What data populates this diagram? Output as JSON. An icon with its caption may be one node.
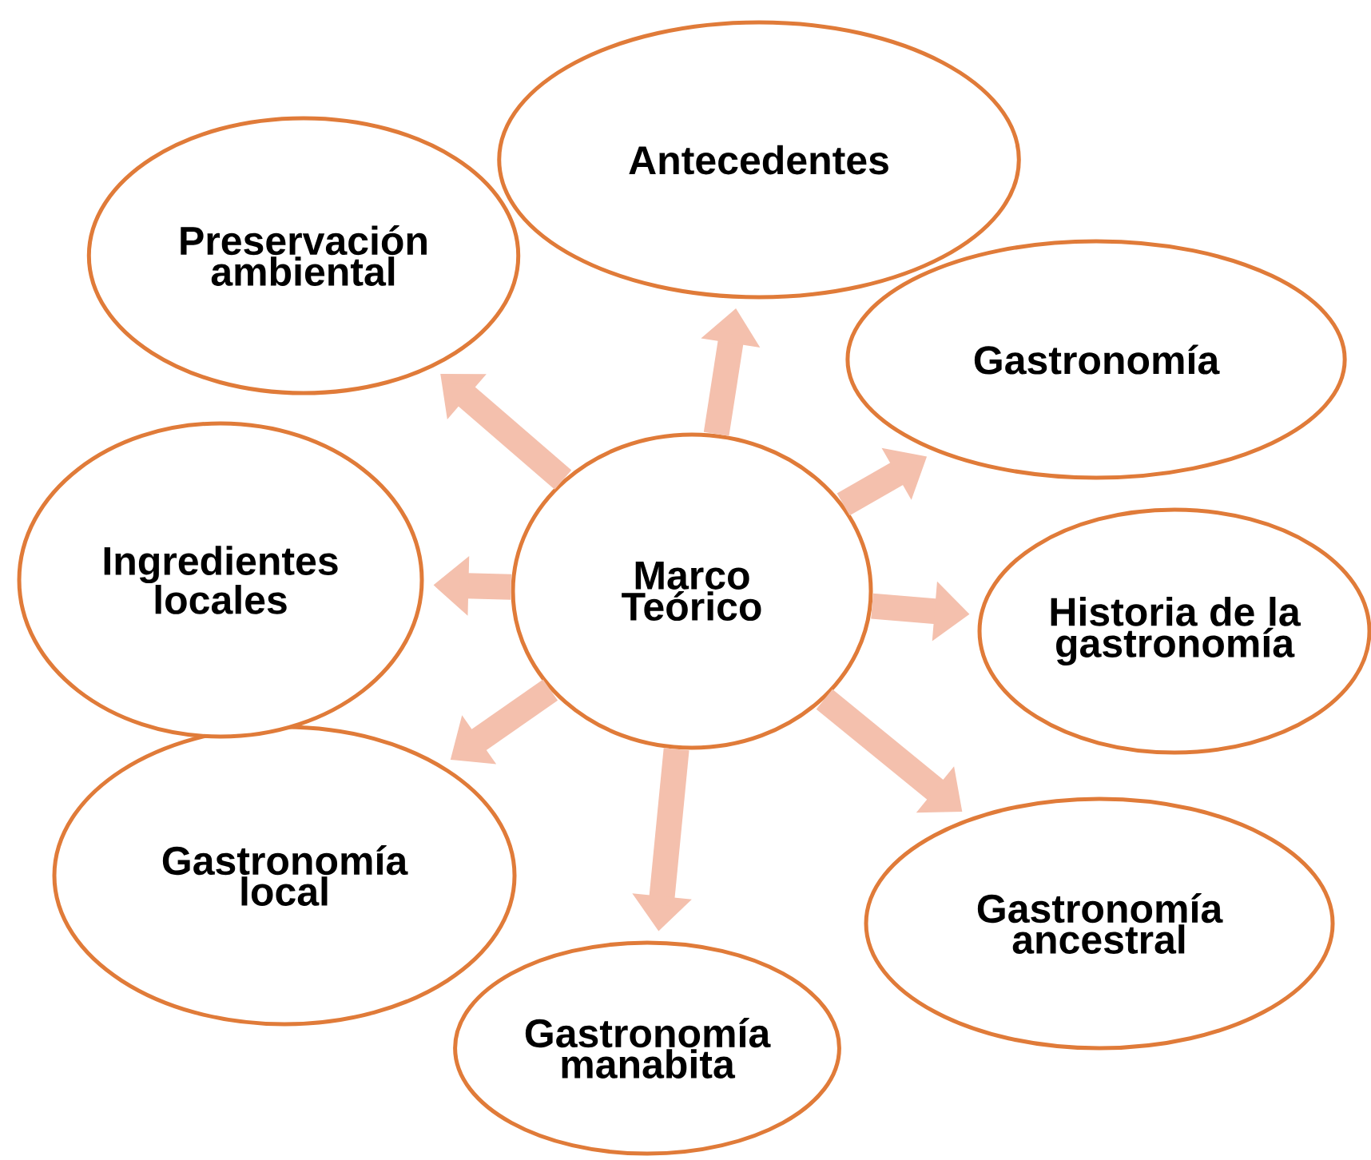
{
  "diagram": {
    "nodes": [
      {
        "text": [
          "Marco Teórico"
        ]
      },
      {
        "text": [
          "Antecedentes"
        ]
      },
      {
        "text": [
          "Gastronomía"
        ]
      },
      {
        "text": [
          "Historia de la gastronomía"
        ]
      },
      {
        "text": [
          "Gastronomía ancestral"
        ]
      },
      {
        "text": [
          "Gastronomía manabita"
        ]
      },
      {
        "text": [
          "Gastronomía local"
        ]
      },
      {
        "text": [
          "Ingredientes locales"
        ]
      },
      {
        "text": [
          "Preservación ambiental"
        ]
      }
    ],
    "edges": [
      {
        "from": 0,
        "to": 1,
        "arrow": "to"
      },
      {
        "from": 0,
        "to": 2,
        "arrow": "to"
      },
      {
        "from": 0,
        "to": 3,
        "arrow": "to"
      },
      {
        "from": 0,
        "to": 4,
        "arrow": "to"
      },
      {
        "from": 0,
        "to": 5,
        "arrow": "to"
      },
      {
        "from": 0,
        "to": 6,
        "arrow": "to"
      },
      {
        "from": 0,
        "to": 7,
        "arrow": "to"
      },
      {
        "from": 0,
        "to": 8,
        "arrow": "to"
      }
    ]
  }
}
